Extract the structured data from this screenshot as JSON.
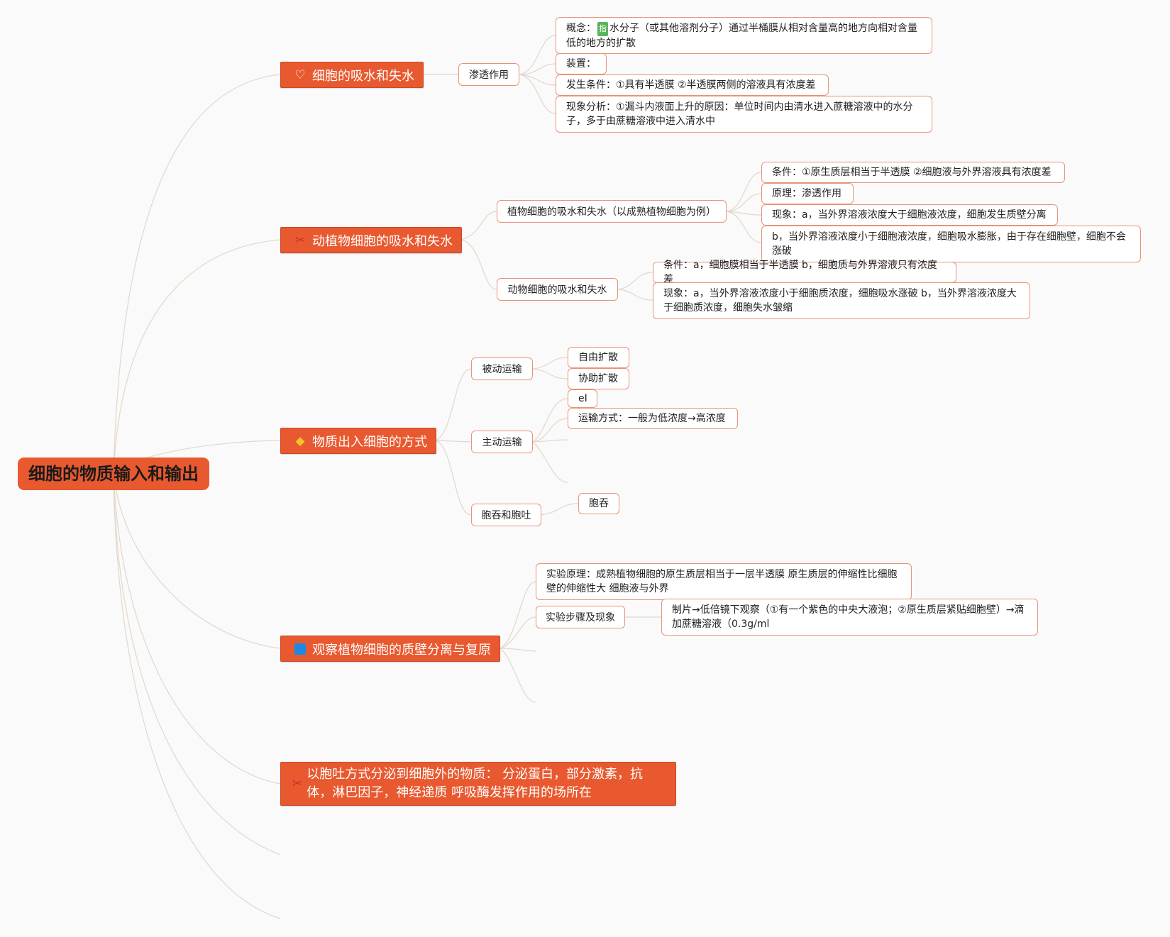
{
  "root": "细胞的物质输入和输出",
  "topics": {
    "t1": "细胞的吸水和失水",
    "t2": "动植物细胞的吸水和失水",
    "t3": "物质出入细胞的方式",
    "t4": "观察植物细胞的质壁分离与复原",
    "t5": "以胞吐方式分泌到细胞外的物质： 分泌蛋白，部分激素，抗体，淋巴因子，神经递质 呼吸酶发挥作用的场所在"
  },
  "icons": {
    "t1": "heart-icon",
    "t2": "tools-icon",
    "t3": "gem-icon",
    "t4": "blue-square-icon",
    "t5": "tools-icon"
  },
  "colors": {
    "topic_fill": "#e8592f",
    "leaf_border": "#e89379",
    "link": "#e3d7c8"
  },
  "osmosis": {
    "label": "渗透作用",
    "concept_prefix": "概念：",
    "concept_badge": "指",
    "concept_text": "水分子（或其他溶剂分子）通过半桶膜从相对含量高的地方向相对含量低的地方的扩散",
    "device": "装置：",
    "condition": "发生条件：①具有半透膜 ②半透膜两侧的溶液具有浓度差",
    "analysis": "现象分析：①漏斗内液面上升的原因：单位时间内由清水进入蔗糖溶液中的水分子，多于由蔗糖溶液中进入清水中"
  },
  "plant": {
    "label": "植物细胞的吸水和失水（以成熟植物细胞为例）",
    "condition": "条件：①原生质层相当于半透膜 ②细胞液与外界溶液具有浓度差",
    "principle": "原理：渗透作用",
    "phenomenon": "现象：a，当外界溶液浓度大于细胞液浓度，细胞发生质壁分离",
    "b": "b，当外界溶液浓度小于细胞液浓度，细胞吸水膨胀，由于存在细胞壁，细胞不会涨破"
  },
  "animal": {
    "label": "动物细胞的吸水和失水",
    "condition": "条件：a，细胞膜相当于半透膜 b，细胞质与外界溶液只有浓度差",
    "phenomenon": "现象：a，当外界溶液浓度小于细胞质浓度，细胞吸水涨破 b，当外界溶液浓度大于细胞质浓度，细胞失水皱缩"
  },
  "transport": {
    "passive": "被动运输",
    "free": "自由扩散",
    "facilitated": "协助扩散",
    "active": "主动运输",
    "el": "eI",
    "mode": "运输方式：一般为低浓度→高浓度",
    "endoexo": "胞吞和胞吐",
    "endo": "胞吞"
  },
  "experiment": {
    "principle": "实验原理：成熟植物细胞的原生质层相当于一层半透膜 原生质层的伸缩性比细胞壁的伸缩性大 细胞液与外界",
    "steps": "实验步骤及现象",
    "steps_detail": "制片→低倍镜下观察（①有一个紫色的中央大液泡；②原生质层紧贴细胞壁）→滴加蔗糖溶液（0.3g/ml"
  }
}
